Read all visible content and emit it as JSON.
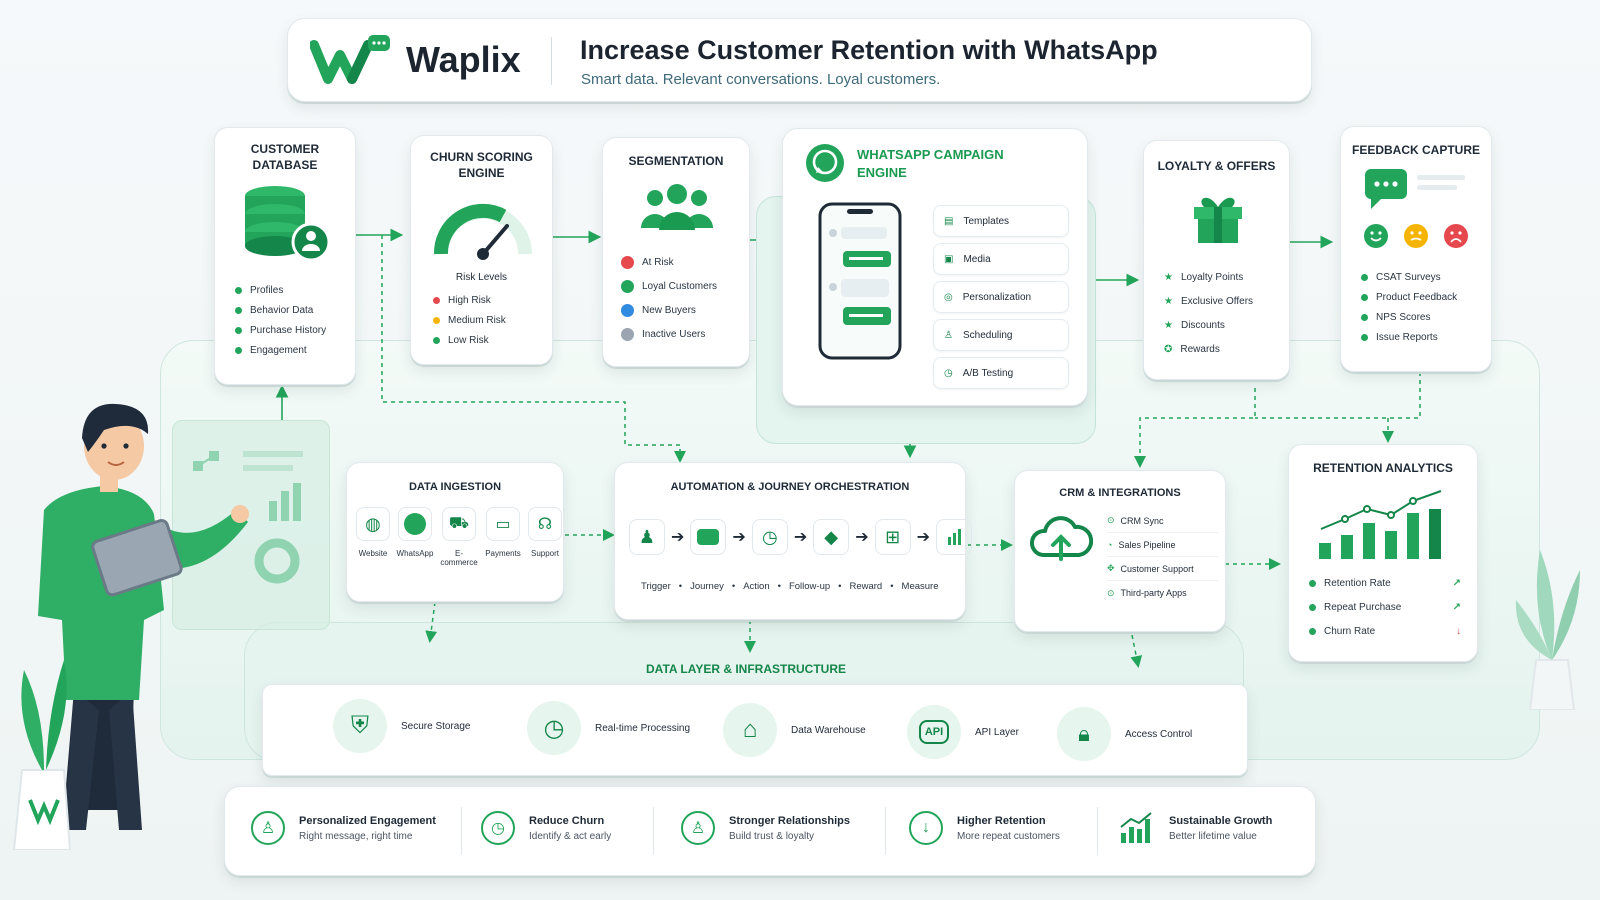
{
  "header": {
    "brand": "Waplix",
    "title": "Increase Customer Retention with WhatsApp",
    "subtitle": "Smart data. Relevant conversations. Loyal customers."
  },
  "customer_db": {
    "title_1": "CUSTOMER",
    "title_2": "DATABASE",
    "items": [
      "Profiles",
      "Behavior Data",
      "Purchase History",
      "Engagement"
    ]
  },
  "churn": {
    "title_1": "CHURN SCORING",
    "title_2": "ENGINE",
    "risk_label": "Risk Levels",
    "levels": [
      {
        "label": "High Risk",
        "color": "#e5484d"
      },
      {
        "label": "Medium Risk",
        "color": "#f5b400"
      },
      {
        "label": "Low Risk",
        "color": "#22a55a"
      }
    ]
  },
  "segmentation": {
    "title": "SEGMENTATION",
    "items": [
      {
        "label": "At Risk",
        "color": "#e5484d"
      },
      {
        "label": "Loyal Customers",
        "color": "#22a55a"
      },
      {
        "label": "New Buyers",
        "color": "#2f8ae0"
      },
      {
        "label": "Inactive Users",
        "color": "#9aa5b1"
      }
    ]
  },
  "campaign": {
    "title_1": "WHATSAPP CAMPAIGN",
    "title_2": "ENGINE",
    "features": [
      "Templates",
      "Media",
      "Personalization",
      "Scheduling",
      "A/B Testing"
    ]
  },
  "loyalty": {
    "title": "LOYALTY & OFFERS",
    "items": [
      "Loyalty Points",
      "Exclusive Offers",
      "Discounts",
      "Rewards"
    ]
  },
  "feedback": {
    "title": "FEEDBACK CAPTURE",
    "items": [
      "CSAT Surveys",
      "Product Feedback",
      "NPS Scores",
      "Issue Reports"
    ]
  },
  "ingestion": {
    "title": "DATA INGESTION",
    "sources": [
      "Website",
      "WhatsApp",
      "E-commerce",
      "Payments",
      "Support"
    ]
  },
  "automation": {
    "title": "AUTOMATION & JOURNEY ORCHESTRATION",
    "steps": [
      "Trigger",
      "Journey",
      "Action",
      "Follow-up",
      "Reward",
      "Measure"
    ]
  },
  "crm": {
    "title": "CRM & INTEGRATIONS",
    "items": [
      "CRM Sync",
      "Sales Pipeline",
      "Customer Support",
      "Third-party Apps"
    ]
  },
  "analytics": {
    "title": "RETENTION ANALYTICS",
    "metrics": [
      {
        "label": "Retention Rate",
        "trend": "up"
      },
      {
        "label": "Repeat Purchase",
        "trend": "up"
      },
      {
        "label": "Churn Rate",
        "trend": "down"
      }
    ]
  },
  "infra": {
    "title": "DATA LAYER & INFRASTRUCTURE",
    "items": [
      "Secure Storage",
      "Real-time Processing",
      "Data Warehouse",
      "API Layer",
      "Access Control"
    ],
    "api_badge": "API"
  },
  "benefits": [
    {
      "title": "Personalized Engagement",
      "sub": "Right message, right time"
    },
    {
      "title": "Reduce Churn",
      "sub": "Identify & act early"
    },
    {
      "title": "Stronger Relationships",
      "sub": "Build trust & loyalty"
    },
    {
      "title": "Higher Retention",
      "sub": "More repeat customers"
    },
    {
      "title": "Sustainable Growth",
      "sub": "Better lifetime value"
    }
  ],
  "colors": {
    "brand_green": "#22a55a",
    "dark_green": "#14864a",
    "light_green": "#dff3e8"
  }
}
